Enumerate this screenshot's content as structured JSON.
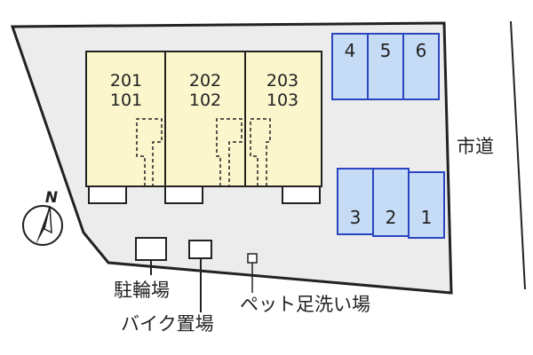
{
  "map": {
    "units": {
      "left_upper": "201",
      "left_lower": "101",
      "middle_upper": "202",
      "middle_lower": "102",
      "right_upper": "203",
      "right_lower": "103"
    },
    "parking_top": [
      "4",
      "5",
      "6"
    ],
    "parking_bottom": [
      "3",
      "2",
      "1"
    ],
    "labels": {
      "road": "市道",
      "bicycle_parking": "駐輪場",
      "bike_parking": "バイク置場",
      "pet_foot_wash": "ペット足洗い場"
    },
    "compass": "N",
    "colors": {
      "lot": "#ececec",
      "building": "#fbf6cc",
      "parking_fill": "#c6dcf6",
      "parking_stroke": "#2b45c0",
      "outline": "#222222"
    }
  }
}
